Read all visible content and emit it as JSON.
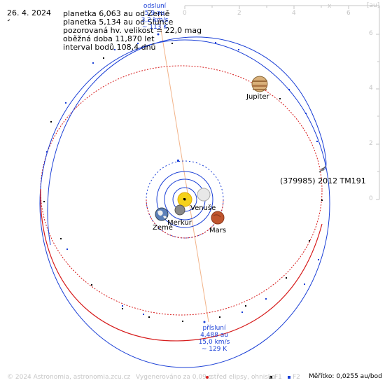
{
  "date": "26. 4. 2024",
  "info": {
    "line1": "planetka 6,063 au od Země",
    "line2": "planetka 5,134 au od Slunce",
    "line3": "pozorovaná hv. velikost = 22,0 mag",
    "line4": "oběžná doba 11,870 let",
    "line5": "interval bodů 108,4 dnů"
  },
  "aphelion": {
    "title": "odsluní",
    "distance": "5,9 au",
    "speed": "3,2 km/s",
    "temp": "~ 113 K"
  },
  "perihelion": {
    "title": "přísluní",
    "distance": "4,488 au",
    "speed": "15,0 km/s",
    "temp": "~ 129 K"
  },
  "labels": {
    "asteroid": "(379985) 2012 TM191",
    "jupiter": "Jupiter",
    "venus": "Venuše",
    "mercury": "Merkur",
    "earth": "Země",
    "mars": "Mars"
  },
  "axes": {
    "x_label": "x",
    "y_label": "[au]",
    "x_ticks": [
      "0",
      "2",
      "4",
      "6"
    ],
    "y_ticks": [
      "6",
      "4",
      "2",
      "0"
    ]
  },
  "footer": {
    "copyright": "© 2024 Astronomia, astronomia.zcu.cz",
    "generated": "Vygenerováno za 0,09 s",
    "legend_center": "střed elipsy, ohniska",
    "legend_f1": "F1",
    "legend_f2": "F2",
    "scale": "Měřítko: 0,0255 au/bod"
  },
  "colors": {
    "earth_orbit": "#1a3fd6",
    "asteroid_orbit": "#d61a1a",
    "apsis_line": "#f2b48a",
    "axis": "#c6c6c6"
  }
}
